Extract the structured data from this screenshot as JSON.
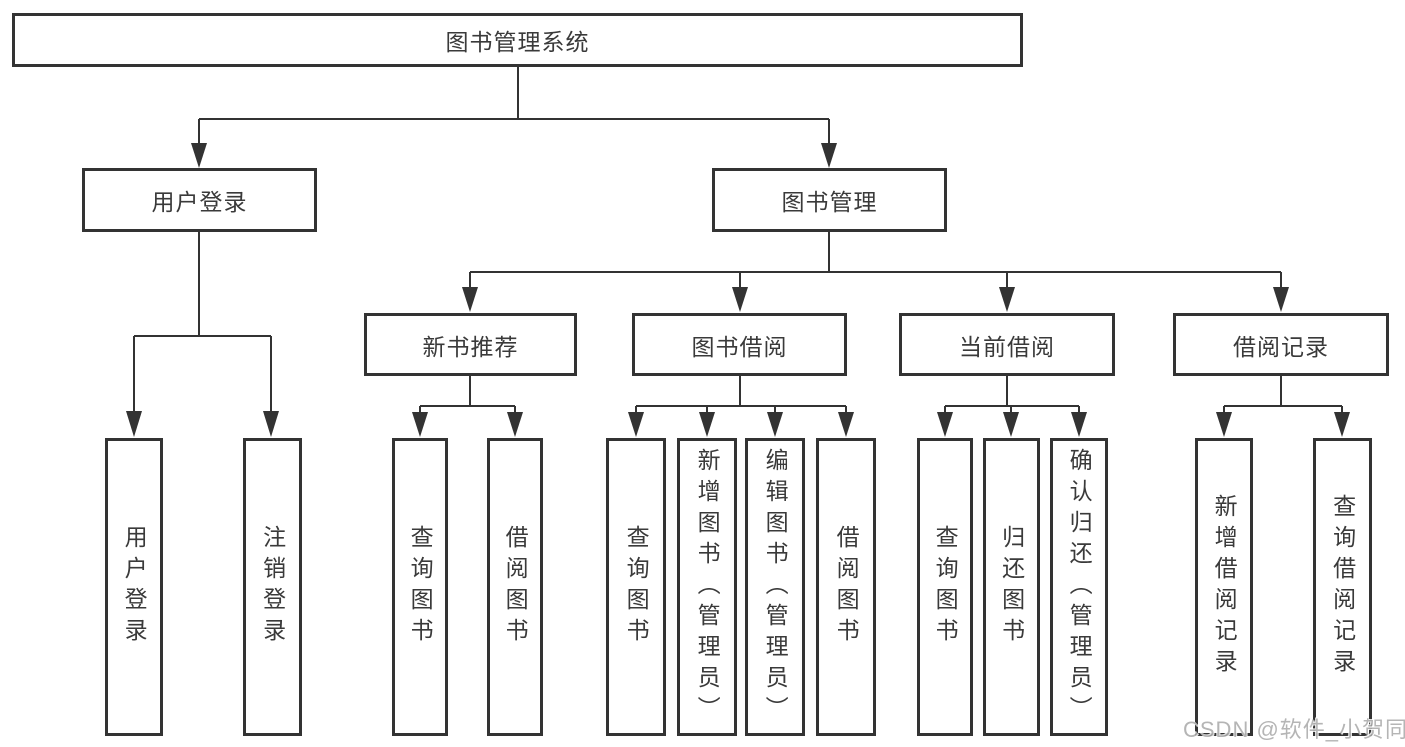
{
  "root": {
    "label": "图书管理系统"
  },
  "branches": [
    {
      "label": "用户登录"
    },
    {
      "label": "图书管理"
    }
  ],
  "modules": [
    {
      "label": "新书推荐"
    },
    {
      "label": "图书借阅"
    },
    {
      "label": "当前借阅"
    },
    {
      "label": "借阅记录"
    }
  ],
  "leaves": [
    {
      "label": "用户登录"
    },
    {
      "label": "注销登录"
    },
    {
      "label": "查询图书"
    },
    {
      "label": "借阅图书"
    },
    {
      "label": "查询图书"
    },
    {
      "label": "新增图书（管理员）"
    },
    {
      "label": "编辑图书（管理员）"
    },
    {
      "label": "借阅图书"
    },
    {
      "label": "查询图书"
    },
    {
      "label": "归还图书"
    },
    {
      "label": "确认归还（管理员）"
    },
    {
      "label": "新增借阅记录"
    },
    {
      "label": "查询借阅记录"
    }
  ],
  "watermark": "CSDN @软件_小贺同学",
  "colors": {
    "line": "#333333",
    "border": "#333333",
    "text": "#3a3a3a",
    "watermark": "#a8a8a8",
    "background": "#ffffff"
  }
}
